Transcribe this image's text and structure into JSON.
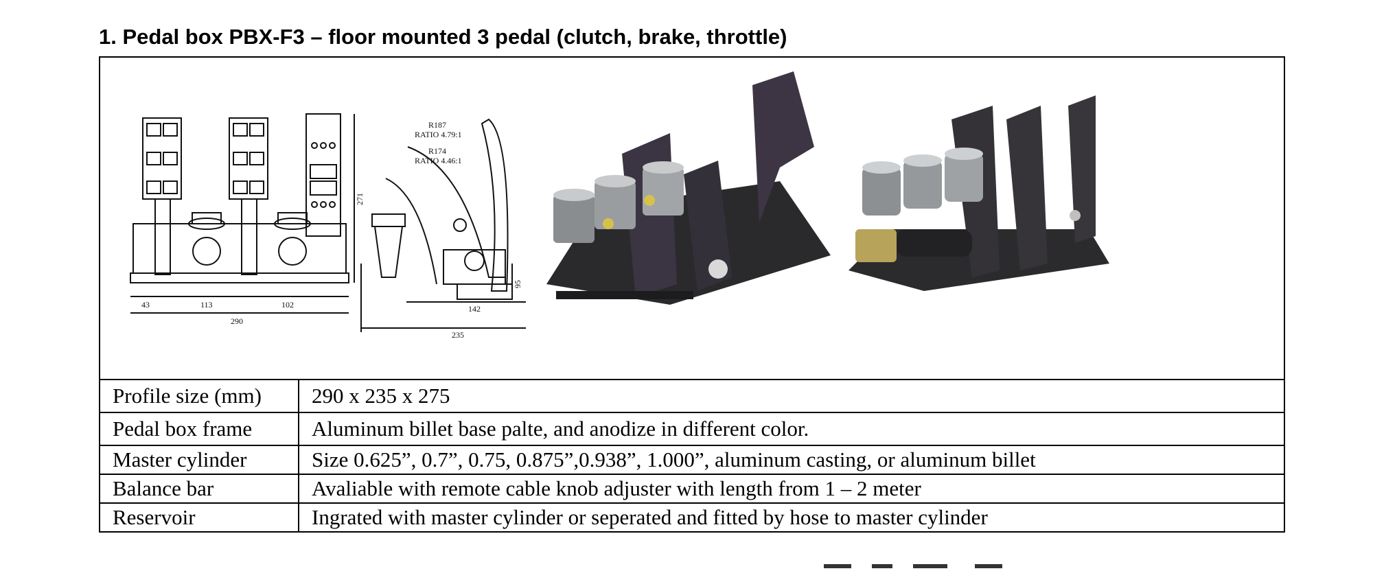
{
  "heading": "1. Pedal box PBX-F3 – floor mounted 3 pedal (clutch, brake, throttle)",
  "drawing": {
    "labels": {
      "r187": "R187",
      "ratio1": "RATIO 4.79:1",
      "r174": "R174",
      "ratio2": "RATIO 4.46:1",
      "dim_271": "271",
      "dim_95": "95",
      "dim_43": "43",
      "dim_113": "113",
      "dim_102": "102",
      "dim_290": "290",
      "dim_142": "142",
      "dim_235": "235"
    }
  },
  "specs": [
    {
      "label": "Profile size (mm)",
      "value": "290 x 235 x 275"
    },
    {
      "label": "Pedal box frame",
      "value": "Aluminum billet base palte, and anodize in different color."
    },
    {
      "label": "Master cylinder",
      "value": "Size 0.625”, 0.7”, 0.75, 0.875”,0.938”, 1.000”, aluminum casting, or aluminum billet"
    },
    {
      "label": "Balance bar",
      "value": "Avaliable with remote cable knob adjuster with length from 1 – 2 meter"
    },
    {
      "label": "Reservoir",
      "value": "Ingrated with master cylinder or seperated and fitted by hose to master cylinder"
    }
  ]
}
